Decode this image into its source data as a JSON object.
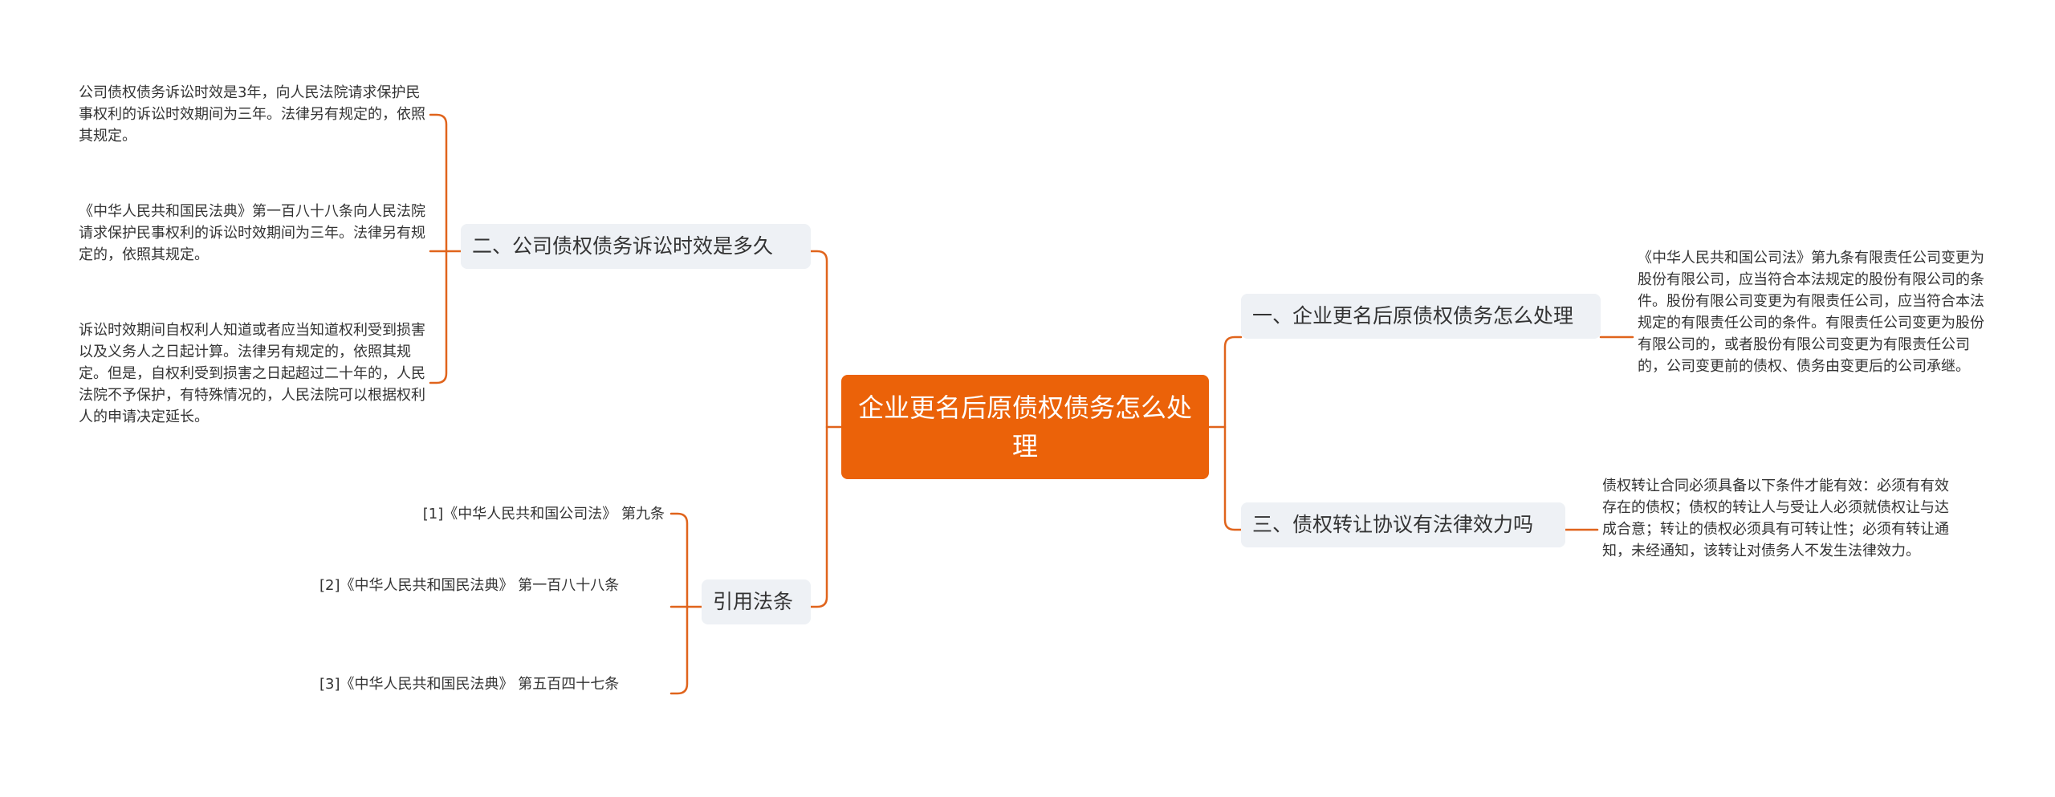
{
  "colors": {
    "accent": "#EB6209",
    "line": "#E0641C",
    "branch_bg": "#EEF1F5",
    "text": "#333333"
  },
  "root": {
    "label": "企业更名后原债权债务怎么处理"
  },
  "left": {
    "statute": {
      "label": "二、公司债权债务诉讼时效是多久",
      "items": [
        "公司债权债务诉讼时效是3年，向人民法院请求保护民事权利的诉讼时效期间为三年。法律另有规定的，依照其规定。",
        "《中华人民共和国民法典》第一百八十八条向人民法院请求保护民事权利的诉讼时效期间为三年。法律另有规定的，依照其规定。",
        "诉讼时效期间自权利人知道或者应当知道权利受到损害以及义务人之日起计算。法律另有规定的，依照其规定。但是，自权利受到损害之日起超过二十年的，人民法院不予保护，有特殊情况的，人民法院可以根据权利人的申请决定延长。"
      ]
    },
    "refs": {
      "label": "引用法条",
      "items": [
        "[1]《中华人民共和国公司法》 第九条",
        "[2]《中华人民共和国民法典》 第一百八十八条",
        "[3]《中华人民共和国民法典》 第五百四十七条"
      ]
    }
  },
  "right": {
    "rename": {
      "label": "一、企业更名后原债权债务怎么处理",
      "detail": "《中华人民共和国公司法》第九条有限责任公司变更为股份有限公司，应当符合本法规定的股份有限公司的条件。股份有限公司变更为有限责任公司，应当符合本法规定的有限责任公司的条件。有限责任公司变更为股份有限公司的，或者股份有限公司变更为有限责任公司的，公司变更前的债权、债务由变更后的公司承继。"
    },
    "transfer": {
      "label": "三、债权转让协议有法律效力吗",
      "detail": "债权转让合同必须具备以下条件才能有效：必须有有效存在的债权；债权的转让人与受让人必须就债权让与达成合意；转让的债权必须具有可转让性；必须有转让通知，未经通知，该转让对债务人不发生法律效力。"
    }
  }
}
